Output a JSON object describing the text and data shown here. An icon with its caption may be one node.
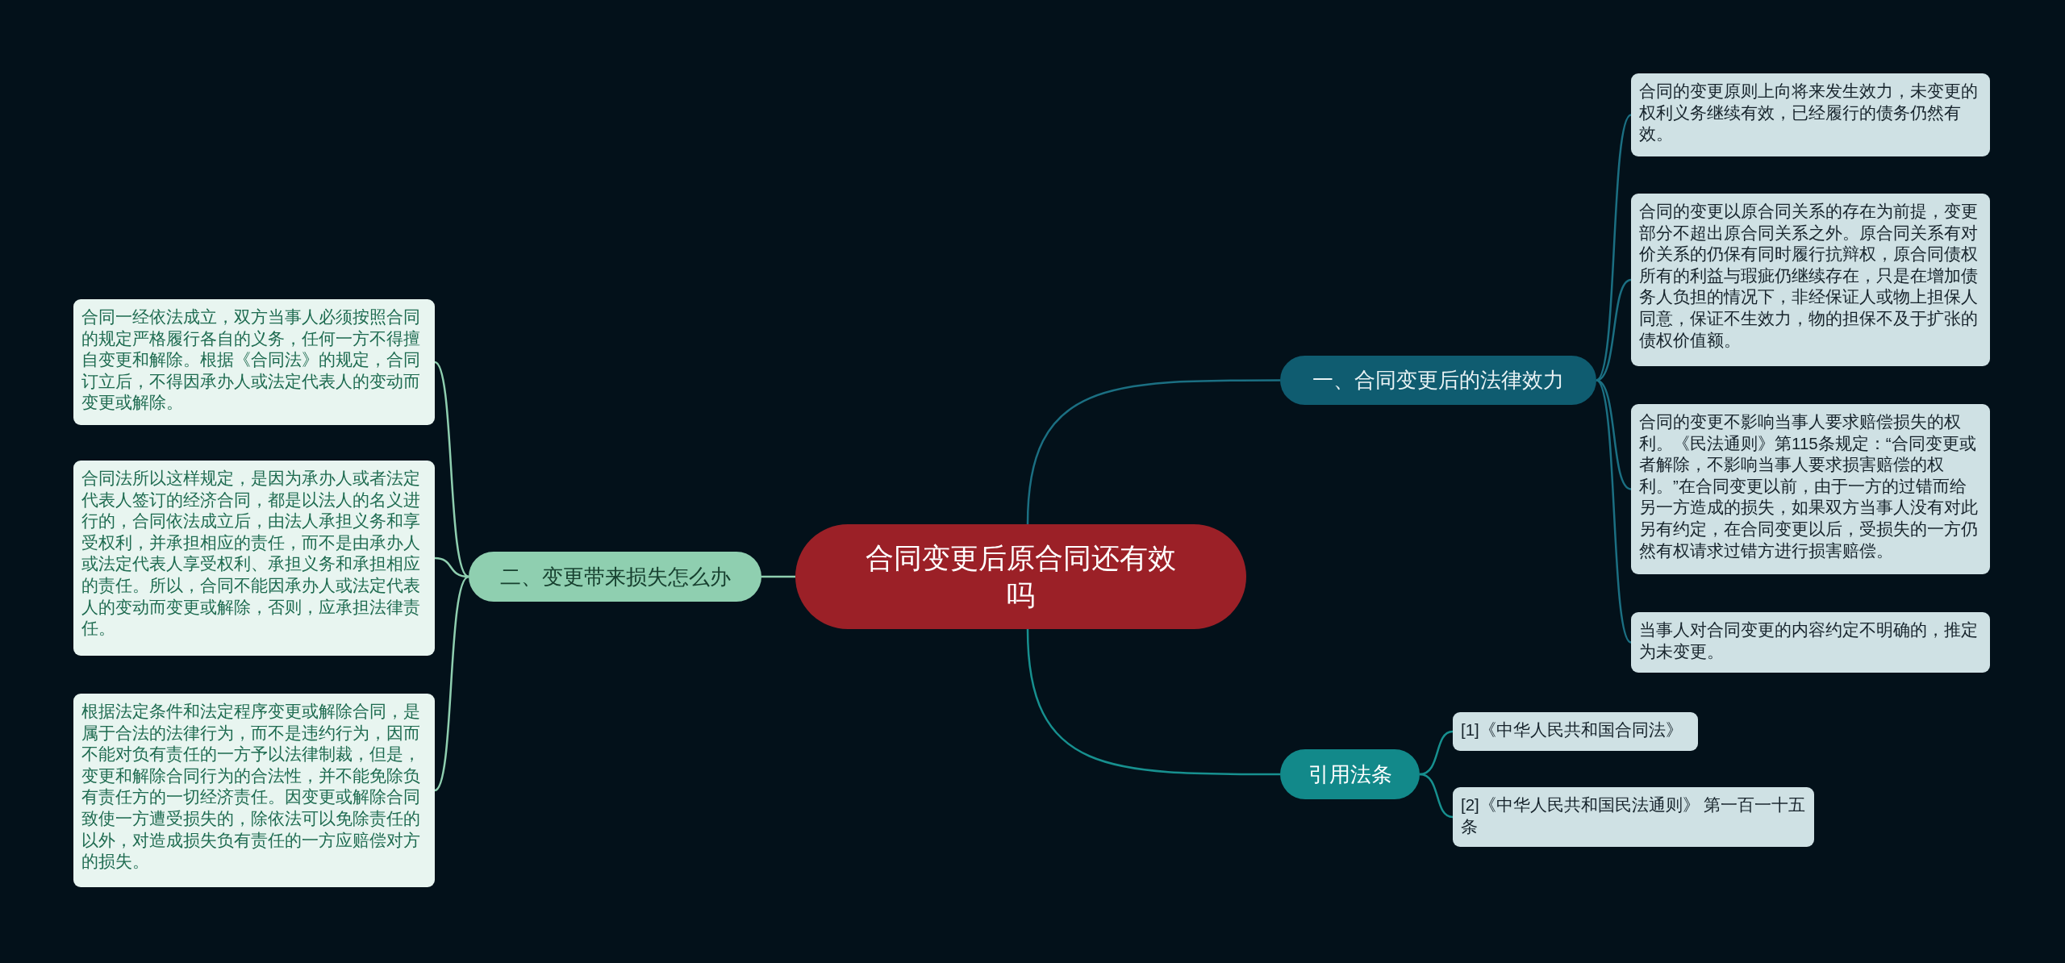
{
  "diagram": {
    "nodes": [
      {
        "text": [
          "合同变更后原合同还有效吗"
        ]
      },
      {
        "text": [
          "一、合同变更后的法律效力"
        ]
      },
      {
        "text": [
          "合同的变更原则上向将来发生效力，未变更的权利义务继续有效，已经履行的债务仍然有效。"
        ]
      },
      {
        "text": [
          "合同的变更以原合同关系的存在为前提，变更部分不超出原合同关系之外。原合同关系有对价关系的仍保有同时履行抗辩权，原合同债权所有的利益与瑕疵仍继续存在，只是在增加债务人负担的情况下，非经保证人或物上担保人同意，保证不生效力，物的担保不及于扩张的债权价值额。"
        ]
      },
      {
        "text": [
          "合同的变更不影响当事人要求赔偿损失的权利。《民法通则》第115条规定：“合同变更或者解除，不影响当事人要求损害赔偿的权利。”在合同变更以前，由于一方的过错而给另一方造成的损失，如果双方当事人没有对此另有约定，在合同变更以后，受损失的一方仍然有权请求过错方进行损害赔偿。"
        ]
      },
      {
        "text": [
          "当事人对合同变更的内容约定不明确的，推定为未变更。"
        ]
      },
      {
        "text": [
          "引用法条"
        ]
      },
      {
        "text": [
          "[1]《中华人民共和国合同法》"
        ]
      },
      {
        "text": [
          "[2]《中华人民共和国民法通则》 第一百一十五条"
        ]
      },
      {
        "text": [
          "二、变更带来损失怎么办"
        ]
      },
      {
        "text": [
          "合同一经依法成立，双方当事人必须按照合同的规定严格履行各自的义务，任何一方不得擅自变更和解除。根据《合同法》的规定，合同订立后，不得因承办人或法定代表人的变动而变更或解除。"
        ]
      },
      {
        "text": [
          "合同法所以这样规定，是因为承办人或者法定代表人签订的经济合同，都是以法人的名义进行的，合同依法成立后，由法人承担义务和享受权利，并承担相应的责任，而不是由承办人或法定代表人享受权利、承担义务和承担相应的责任。所以，合同不能因承办人或法定代表人的变动而变更或解除，否则，应承担法律责任。"
        ]
      },
      {
        "text": [
          "根据法定条件和法定程序变更或解除合同，是属于合法的法律行为，而不是违约行为，因而不能对负有责任的一方予以法律制裁，但是，变更和解除合同行为的合法性，并不能免除负有责任方的一切经济责任。因变更或解除合同致使一方遭受损失的，除依法可以免除责任的以外，对造成损失负有责任的一方应赔偿对方的损失。"
        ]
      }
    ],
    "edges": [
      {
        "from": 0,
        "to": 1,
        "arrow": "none"
      },
      {
        "from": 1,
        "to": 2,
        "arrow": "none"
      },
      {
        "from": 1,
        "to": 3,
        "arrow": "none"
      },
      {
        "from": 1,
        "to": 4,
        "arrow": "none"
      },
      {
        "from": 1,
        "to": 5,
        "arrow": "none"
      },
      {
        "from": 0,
        "to": 6,
        "arrow": "none"
      },
      {
        "from": 6,
        "to": 7,
        "arrow": "none"
      },
      {
        "from": 6,
        "to": 8,
        "arrow": "none"
      },
      {
        "from": 0,
        "to": 9,
        "arrow": "none",
        "color": "#8fcfb0"
      },
      {
        "from": 9,
        "to": 10,
        "arrow": "none",
        "color": "#8fcfb0"
      },
      {
        "from": 9,
        "to": 11,
        "arrow": "none",
        "color": "#8fcfb0"
      },
      {
        "from": 9,
        "to": 12,
        "arrow": "none",
        "color": "#8fcfb0"
      }
    ]
  }
}
